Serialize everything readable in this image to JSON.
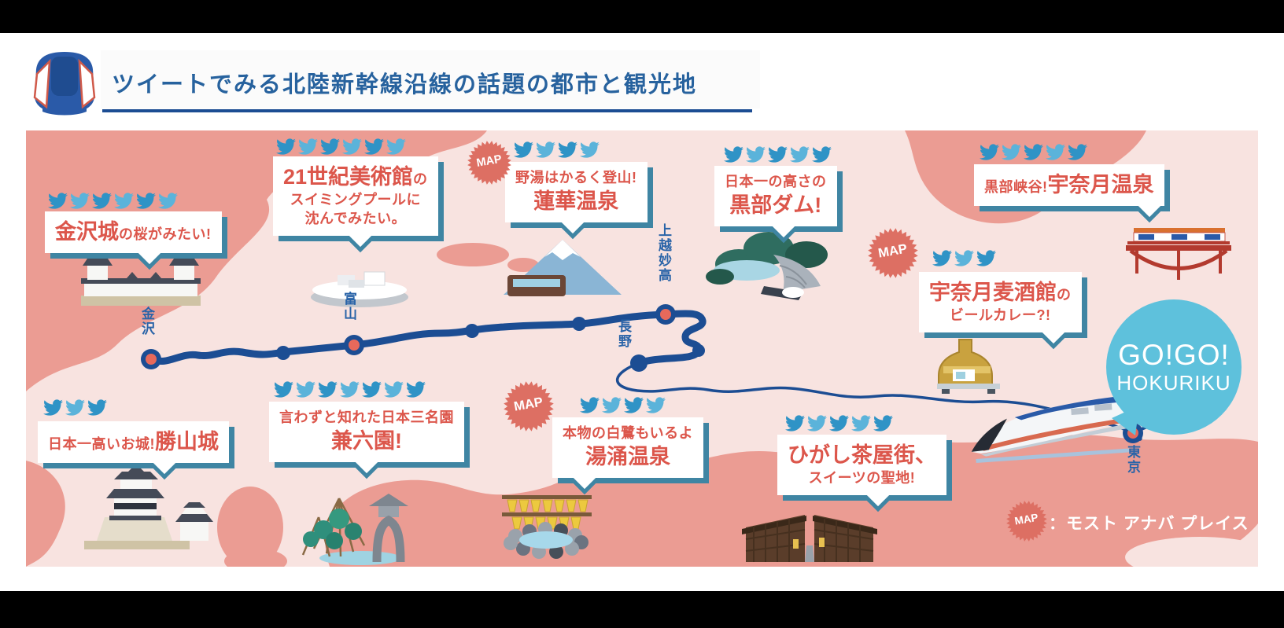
{
  "header": {
    "title": "ツイートでみる北陸新幹線沿線の話題の都市と観光地"
  },
  "map_badge_label": "MAP",
  "stations": [
    "金沢",
    "富山",
    "上越妙高",
    "長野",
    "東京"
  ],
  "go_bubble": {
    "line1": "GO!GO!",
    "line2": "HOKURIKU"
  },
  "legend": {
    "text": "：モスト アナバ プレイス"
  },
  "colors": {
    "accent_red": "#dc564b",
    "map_pink": "#f8e3e0",
    "map_blob_salmon": "#eb9c93",
    "line_blue": "#1c4d93",
    "title_blue": "#27629e",
    "bubble_shadow_teal": "#3f85a3",
    "badge_red": "#dd6f63",
    "go_bubble_blue": "#5ec1dc",
    "bird_blue_dark": "#2f93c6",
    "bird_blue_light": "#5bb3da",
    "station_dot_red": "#e6695b"
  },
  "callouts": {
    "kanazawa_castle": {
      "tweet_birds": 6,
      "map_badge": false,
      "lines": [
        [
          {
            "text": "金沢城",
            "size": "big"
          },
          {
            "text": "の桜がみたい!",
            "size": "small"
          }
        ]
      ]
    },
    "museum21": {
      "tweet_birds": 6,
      "map_badge": false,
      "lines": [
        [
          {
            "text": "21世紀美術館",
            "size": "big"
          },
          {
            "text": "の",
            "size": "small"
          }
        ],
        [
          {
            "text": "スイミングプールに",
            "size": "small"
          }
        ],
        [
          {
            "text": "沈んでみたい。",
            "size": "small"
          }
        ]
      ]
    },
    "renge_onsen": {
      "tweet_birds": 4,
      "map_badge": true,
      "lines": [
        [
          {
            "text": "野湯はかるく登山!",
            "size": "small"
          }
        ],
        [
          {
            "text": "蓮華温泉",
            "size": "big"
          }
        ]
      ]
    },
    "kurobe_dam": {
      "tweet_birds": 5,
      "map_badge": false,
      "lines": [
        [
          {
            "text": "日本一の高さの",
            "size": "small"
          }
        ],
        [
          {
            "text": "黒部ダム!",
            "size": "big"
          }
        ]
      ]
    },
    "unazuki_onsen": {
      "tweet_birds": 5,
      "map_badge": false,
      "lines": [
        [
          {
            "text": "黒部峡谷!",
            "size": "small"
          },
          {
            "text": "宇奈月温泉",
            "size": "big"
          }
        ]
      ]
    },
    "unazuki_beer_hall": {
      "tweet_birds": 3,
      "map_badge": true,
      "lines": [
        [
          {
            "text": "宇奈月麦酒館",
            "size": "big"
          },
          {
            "text": "の",
            "size": "small"
          }
        ],
        [
          {
            "text": "ビールカレー?!",
            "size": "small"
          }
        ]
      ]
    },
    "katsuyama_castle": {
      "tweet_birds": 3,
      "map_badge": false,
      "lines": [
        [
          {
            "text": "日本一高いお城!",
            "size": "small"
          },
          {
            "text": "勝山城",
            "size": "big"
          }
        ]
      ]
    },
    "kenrokuen": {
      "tweet_birds": 7,
      "map_badge": false,
      "lines": [
        [
          {
            "text": "言わずと知れた日本三名園",
            "size": "small"
          }
        ],
        [
          {
            "text": "兼六園!",
            "size": "big"
          }
        ]
      ]
    },
    "yuwaku_onsen": {
      "tweet_birds": 4,
      "map_badge": true,
      "lines": [
        [
          {
            "text": "本物の白鷺もいるよ",
            "size": "small"
          }
        ],
        [
          {
            "text": "湯涌温泉",
            "size": "big"
          }
        ]
      ]
    },
    "higashi_chaya": {
      "tweet_birds": 5,
      "map_badge": false,
      "lines": [
        [
          {
            "text": "ひがし茶屋街、",
            "size": "big"
          }
        ],
        [
          {
            "text": "スイーツの聖地!",
            "size": "small"
          }
        ]
      ]
    }
  }
}
